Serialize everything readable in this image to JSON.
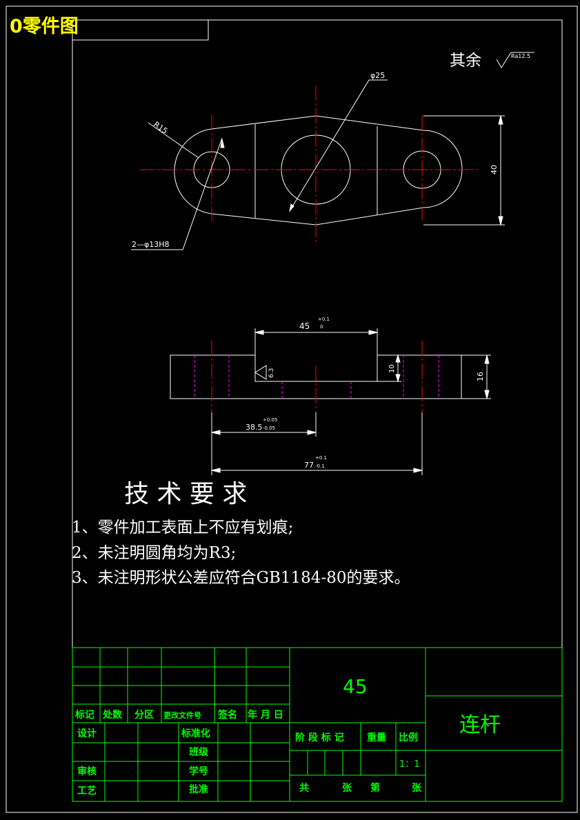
{
  "colors": {
    "line": "#ffffff",
    "center": "#ff0000",
    "hidden": "#ff00ff",
    "table": "#00ff00",
    "label": "#ffff00"
  },
  "drawing_label": "0零件图",
  "roughness": {
    "prefix": "其余",
    "value": "Ra12.5"
  },
  "top_view": {
    "dim_diameter": "φ25",
    "dim_radius": "R15",
    "dim_width": "40",
    "dim_holes": "2—φ13H8"
  },
  "front_view": {
    "dim_slot": "45",
    "dim_slot_tol_upper": "+0.1",
    "dim_slot_tol_lower": "0",
    "dim_roughness": "6.3",
    "dim_depth": "10",
    "dim_thickness": "16",
    "dim_offset": "38.5",
    "dim_offset_tol_upper": "+0.05",
    "dim_offset_tol_lower": "-0.05",
    "dim_length": "77",
    "dim_length_tol_upper": "+0.1",
    "dim_length_tol_lower": "-0.1"
  },
  "tech_req": {
    "title": "技 术 要 求",
    "items": [
      "1、零件加工表面上不应有划痕;",
      "2、未注明圆角均为R3;",
      "3、未注明形状公差应符合GB1184-80的要求。"
    ]
  },
  "title_block": {
    "material": "45",
    "part_name": "连杆",
    "mark": "标记",
    "qty": "处数",
    "zone": "分区",
    "change_doc": "更改文件号",
    "sign": "签名",
    "date": "年 月 日",
    "design": "设计",
    "standardize": "标准化",
    "class": "班级",
    "review": "审核",
    "student_no": "学号",
    "process": "工艺",
    "approve": "批准",
    "stage_mark": "阶 段 标 记",
    "weight": "重量",
    "scale": "比例",
    "scale_value": "1：1",
    "total": "共",
    "sheets": "张",
    "sheet_no": "第",
    "sheet_unit": "张"
  }
}
